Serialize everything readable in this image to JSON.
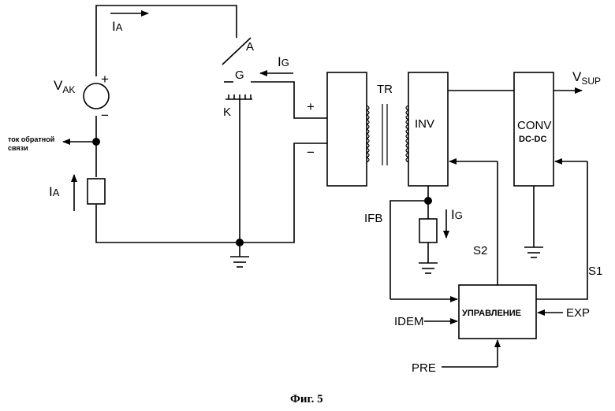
{
  "labels": {
    "ia_top": "I",
    "ia_top_sub": "A",
    "a": "A",
    "ig_top": "I",
    "ig_top_sub": "G",
    "g": "G",
    "k": "K",
    "vak": "V",
    "vak_sub": "AK",
    "vak_plus": "+",
    "vak_minus": "−",
    "feedback": "ток обратной\nсвязи",
    "ia_left": "I",
    "ia_left_sub": "A",
    "tr_plus": "+",
    "tr_minus": "−",
    "tr": "TR",
    "inv": "INV",
    "conv_line1": "CONV",
    "conv_line2": "DC-DC",
    "vsup": "V",
    "vsup_sub": "SUP",
    "ifb": "IFB",
    "ig_mid": "I",
    "ig_mid_sub": "G",
    "s2": "S2",
    "s1": "S1",
    "control": "УПРАВЛЕНИЕ",
    "idem": "IDEM",
    "exp": "EXP",
    "pre": "PRE"
  },
  "caption": "Фиг. 5"
}
